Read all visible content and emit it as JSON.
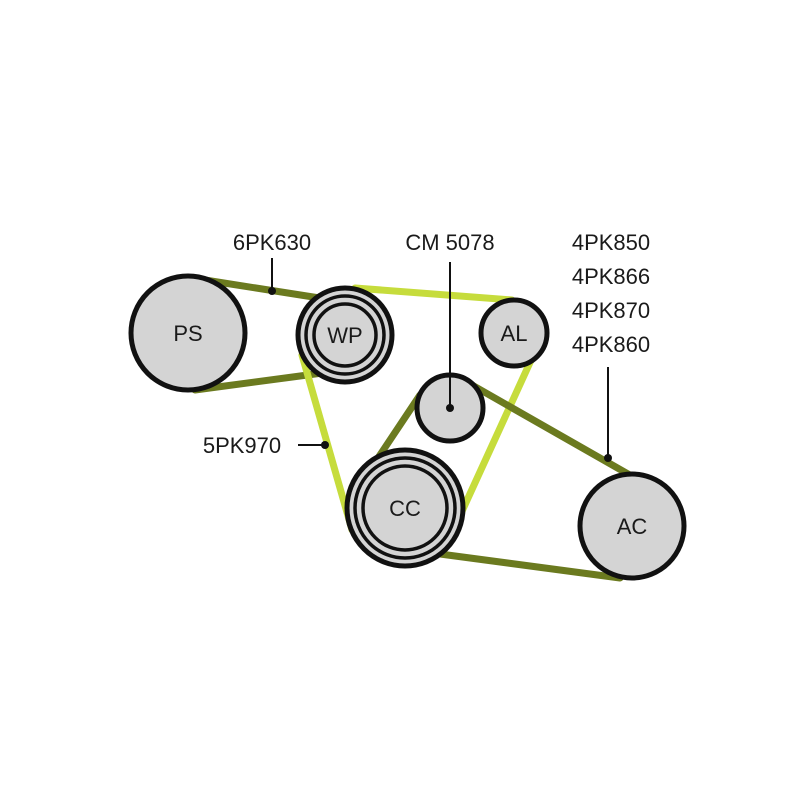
{
  "colors": {
    "belt_dark": "#6b7a1f",
    "belt_light": "#c6dc3c",
    "pulley_fill": "#d4d4d4",
    "outline": "#111111",
    "background": "#ffffff"
  },
  "pulleys": {
    "ps": "PS",
    "wp": "WP",
    "al": "AL",
    "cc": "CC",
    "ac": "AC"
  },
  "labels": {
    "belt_6pk": "6PK630",
    "belt_5pk": "5PK970",
    "tensioner": "CM 5078",
    "belt_4pk": [
      "4PK850",
      "4PK866",
      "4PK870",
      "4PK860"
    ]
  }
}
